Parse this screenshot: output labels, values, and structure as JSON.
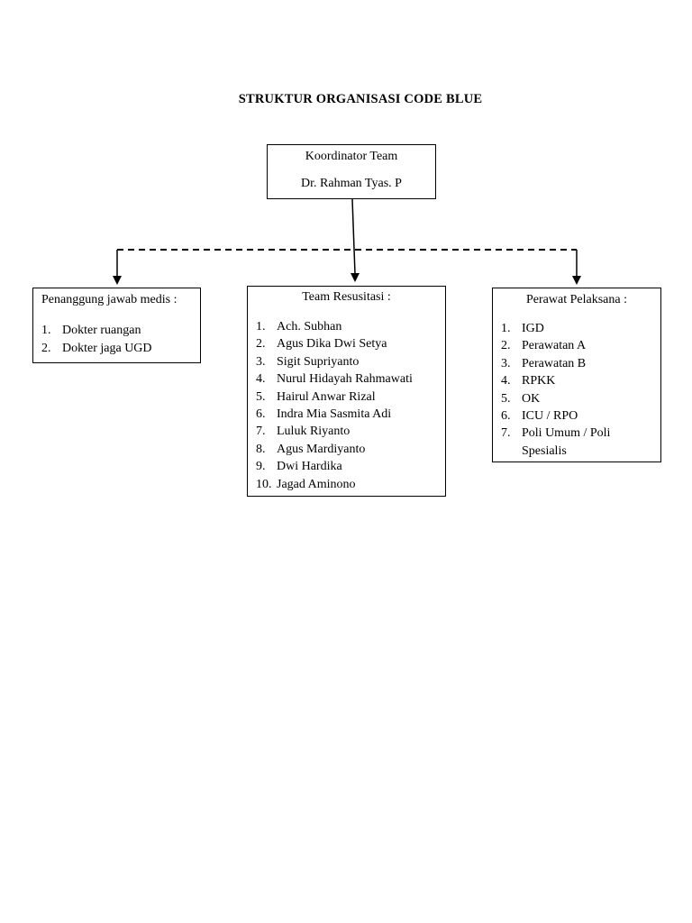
{
  "title": "STRUKTUR ORGANISASI CODE BLUE",
  "coordinator": {
    "role": "Koordinator Team",
    "name": "Dr. Rahman Tyas. P"
  },
  "medis": {
    "heading": "Penanggung jawab medis :",
    "items": [
      {
        "num": "1.",
        "text": "Dokter ruangan"
      },
      {
        "num": "2.",
        "text": "Dokter jaga UGD"
      }
    ]
  },
  "team": {
    "heading": "Team Resusitasi :",
    "items": [
      {
        "num": "1.",
        "text": "Ach. Subhan"
      },
      {
        "num": "2.",
        "text": "Agus Dika Dwi Setya"
      },
      {
        "num": "3.",
        "text": "Sigit Supriyanto"
      },
      {
        "num": "4.",
        "text": "Nurul Hidayah Rahmawati"
      },
      {
        "num": "5.",
        "text": "Hairul Anwar Rizal"
      },
      {
        "num": "6.",
        "text": "Indra Mia Sasmita Adi"
      },
      {
        "num": "7.",
        "text": "Luluk Riyanto"
      },
      {
        "num": "8.",
        "text": "Agus Mardiyanto"
      },
      {
        "num": "9.",
        "text": "Dwi Hardika"
      },
      {
        "num": "10.",
        "text": "Jagad Aminono"
      }
    ]
  },
  "perawat": {
    "heading": "Perawat Pelaksana :",
    "items": [
      {
        "num": "1.",
        "text": "IGD"
      },
      {
        "num": "2.",
        "text": "Perawatan A"
      },
      {
        "num": "3.",
        "text": "Perawatan B"
      },
      {
        "num": "4.",
        "text": "RPKK"
      },
      {
        "num": "5.",
        "text": "OK"
      },
      {
        "num": "6.",
        "text": "ICU / RPO"
      },
      {
        "num": "7.",
        "text": "Poli Umum / Poli Spesialis"
      }
    ]
  }
}
